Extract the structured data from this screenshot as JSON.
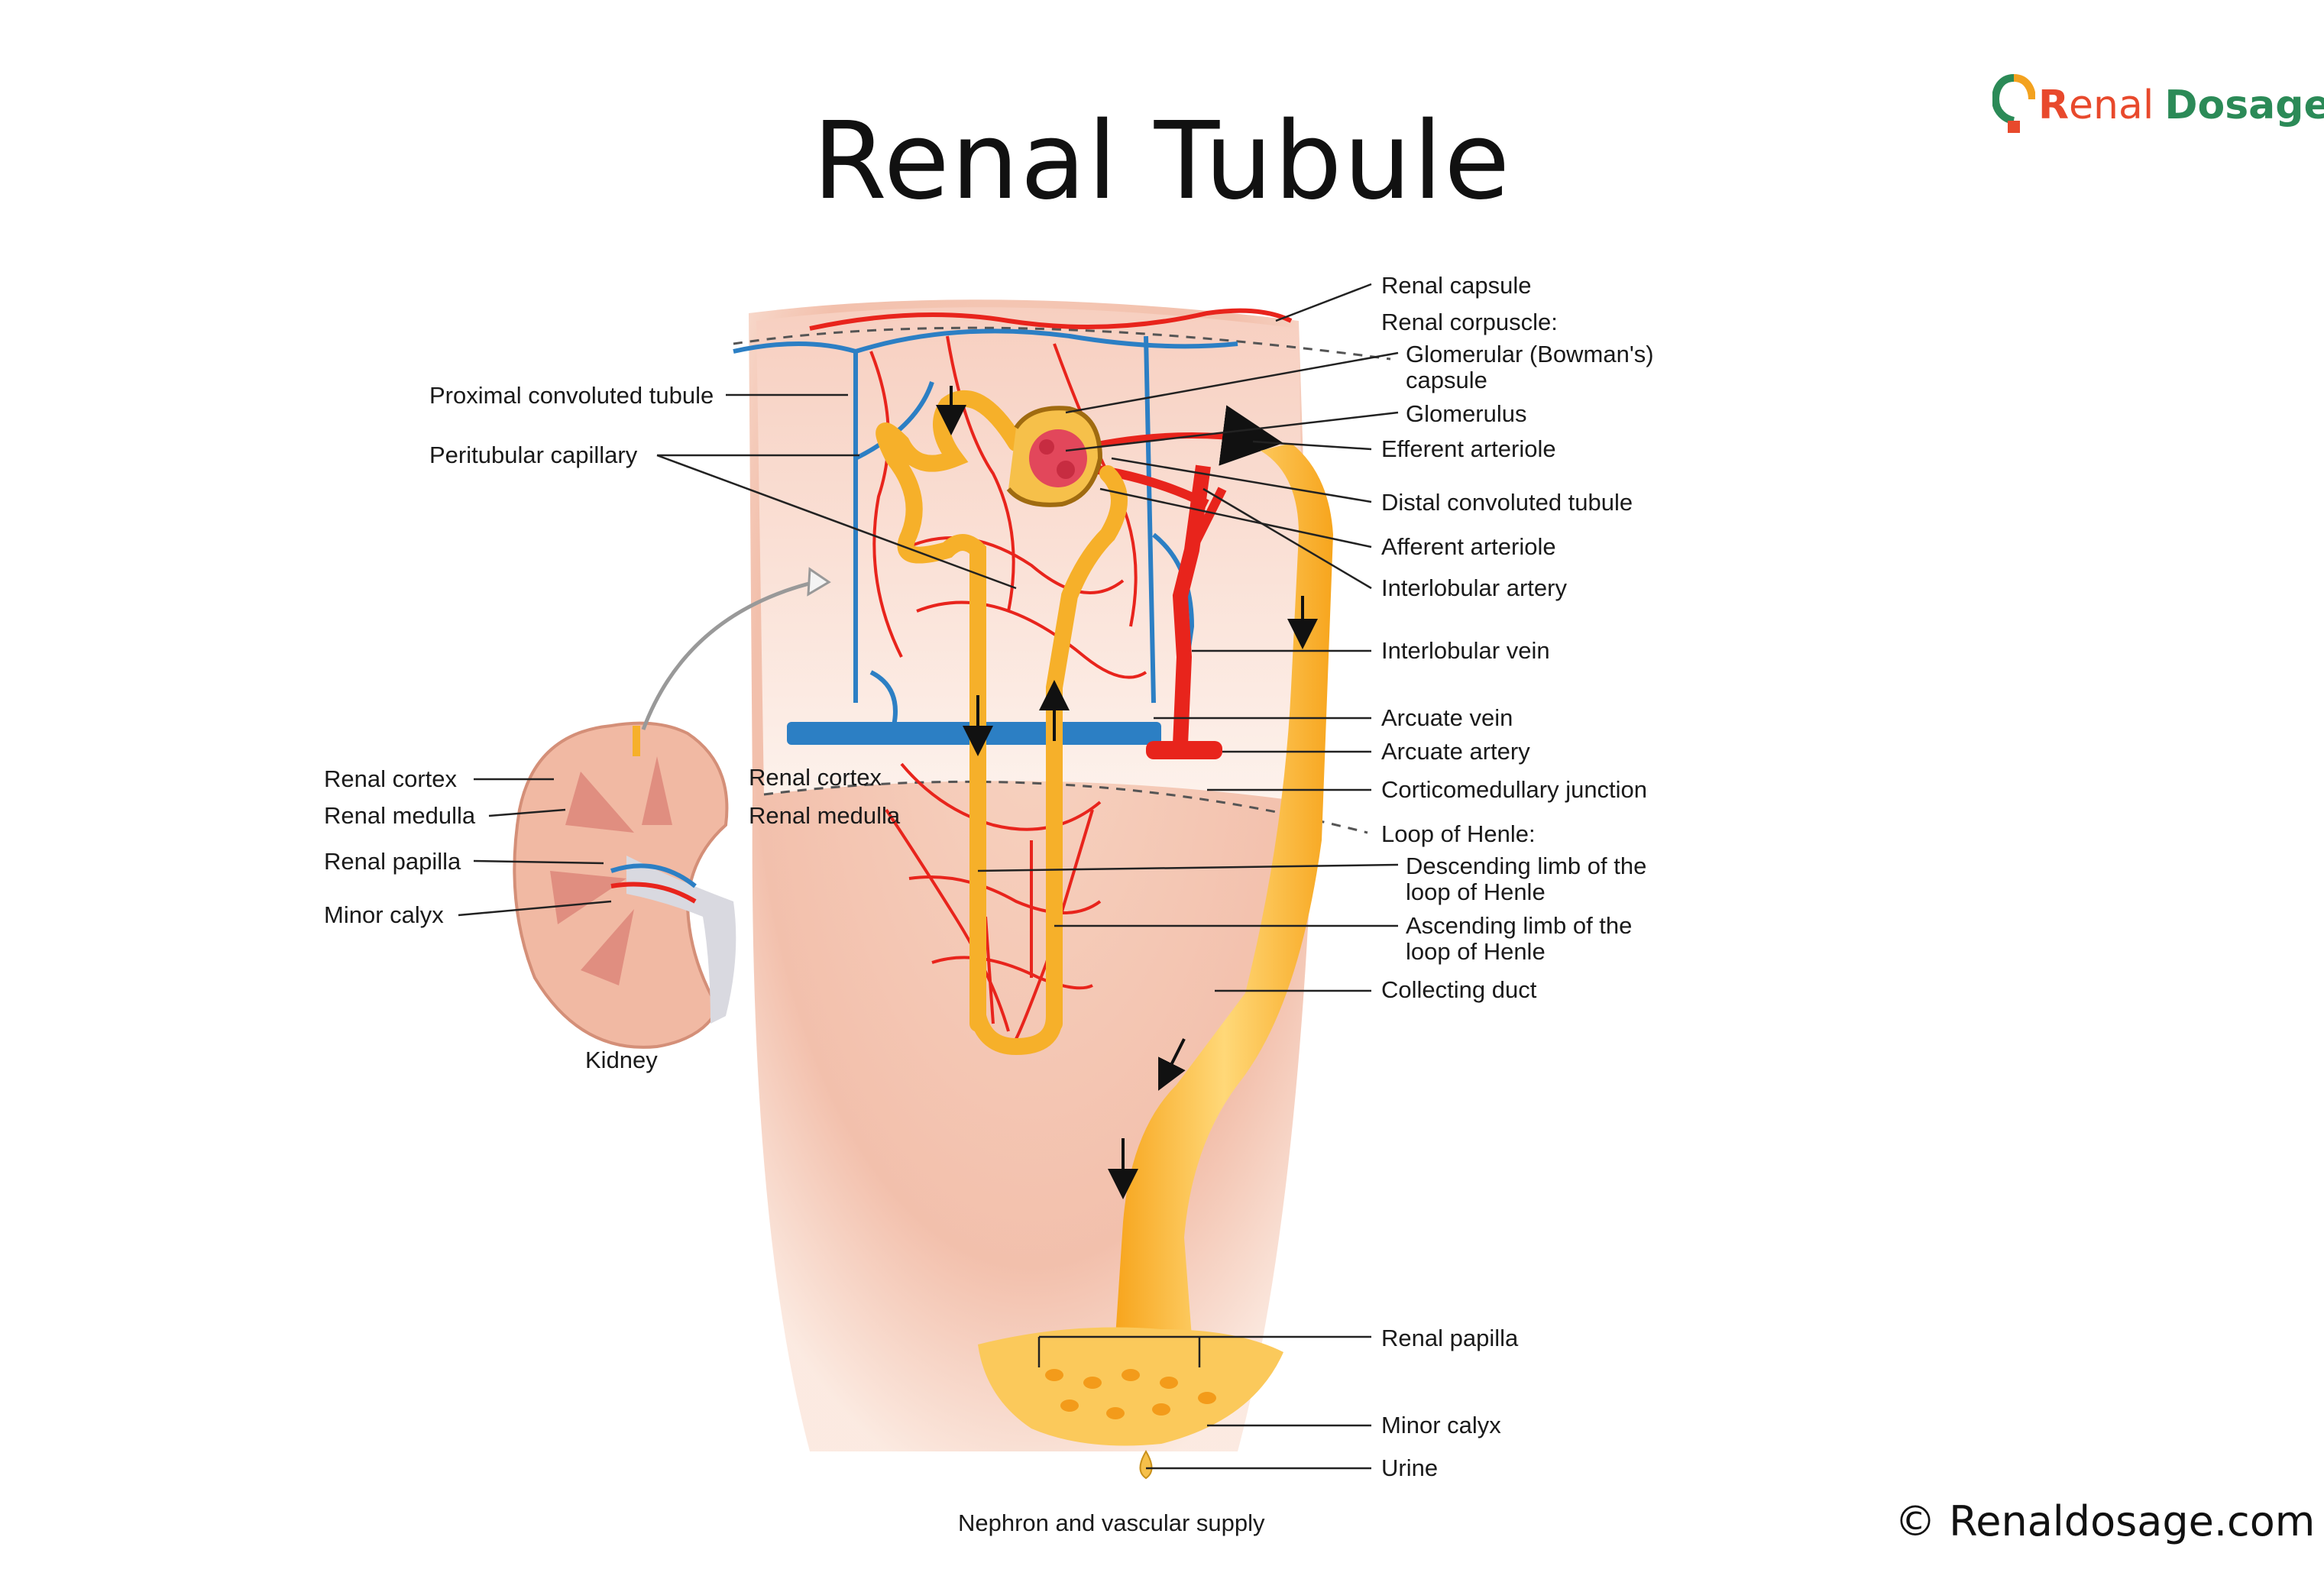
{
  "title": "Renal Tubule",
  "logo": {
    "r": "R",
    "enal": "enal",
    "dosage": "Dosage"
  },
  "copyright": "© Renaldosage.com",
  "colors": {
    "artery": "#e8241c",
    "vein": "#2c7fc4",
    "tubule": "#f6b02a",
    "tissue": "#f2c1ad",
    "logo_red": "#e8492c",
    "logo_green": "#2b8a57"
  },
  "labels": {
    "renal_capsule": "Renal capsule",
    "renal_corpuscle": "Renal corpuscle:",
    "glomerular_capsule_1": "Glomerular (Bowman's)",
    "glomerular_capsule_2": "capsule",
    "glomerulus": "Glomerulus",
    "efferent_arteriole": "Efferent arteriole",
    "distal_convoluted_tubule": "Distal convoluted tubule",
    "afferent_arteriole": "Afferent arteriole",
    "interlobular_artery": "Interlobular artery",
    "interlobular_vein": "Interlobular vein",
    "arcuate_vein": "Arcuate vein",
    "arcuate_artery": "Arcuate artery",
    "corticomedullary_junction": "Corticomedullary junction",
    "loop_of_henle": "Loop of Henle:",
    "descending_limb_1": "Descending limb of the",
    "descending_limb_2": "loop of Henle",
    "ascending_limb_1": "Ascending limb of the",
    "ascending_limb_2": "loop of Henle",
    "collecting_duct": "Collecting duct",
    "renal_papilla_right": "Renal papilla",
    "minor_calyx_right": "Minor calyx",
    "urine": "Urine",
    "proximal_convoluted_tubule": "Proximal convoluted tubule",
    "peritubular_capillary": "Peritubular capillary",
    "renal_cortex_inner": "Renal cortex",
    "renal_medulla_inner": "Renal medulla",
    "renal_cortex_left": "Renal cortex",
    "renal_medulla_left": "Renal medulla",
    "renal_papilla_left": "Renal papilla",
    "minor_calyx_left": "Minor calyx",
    "kidney": "Kidney",
    "caption": "Nephron and vascular supply"
  }
}
